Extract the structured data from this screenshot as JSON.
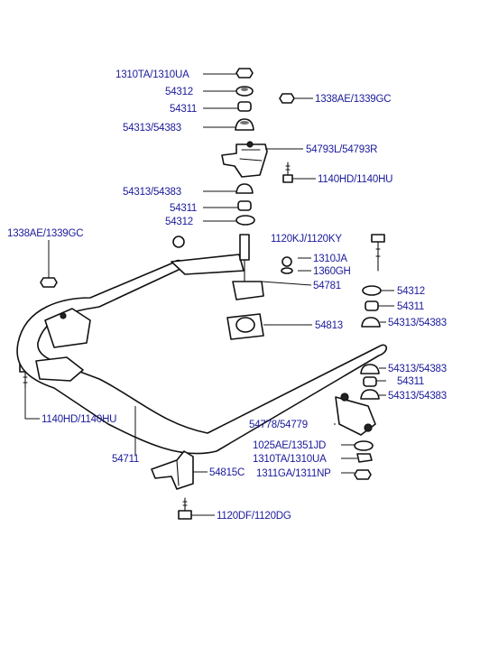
{
  "labels": {
    "l_1310ta_top": "1310TA/1310UA",
    "l_54312_top": "54312",
    "l_54311_top": "54311",
    "l_54313_top": "54313/54383",
    "l_1338ae_top": "1338AE/1339GC",
    "l_54793l": "54793L/54793R",
    "l_1140hd_top": "1140HD/1140HU",
    "l_54313_mid": "54313/54383",
    "l_54311_mid": "54311",
    "l_54312_mid": "54312",
    "l_1338ae_left": "1338AE/1339GC",
    "l_1120kj": "1120KJ/1120KY",
    "l_1310ja": "1310JA",
    "l_1360gh": "1360GH",
    "l_54781": "54781",
    "l_54312_right": "54312",
    "l_54311_right": "54311",
    "l_54313_right1": "54313/54383",
    "l_54813": "54813",
    "l_54313_right2": "54313/54383",
    "l_54311_right2": "54311",
    "l_54313_right3": "54313/54383",
    "l_1140hd_left": "1140HD/1140HU",
    "l_54778": "54778/54779",
    "l_1025ae": "1025AE/1351JD",
    "l_1310ta_bottom": "1310TA/1310UA",
    "l_1311ga": "1311GA/1311NP",
    "l_54711": "54711",
    "l_54815c": "54815C",
    "l_1120df": "1120DF/1120DG"
  }
}
